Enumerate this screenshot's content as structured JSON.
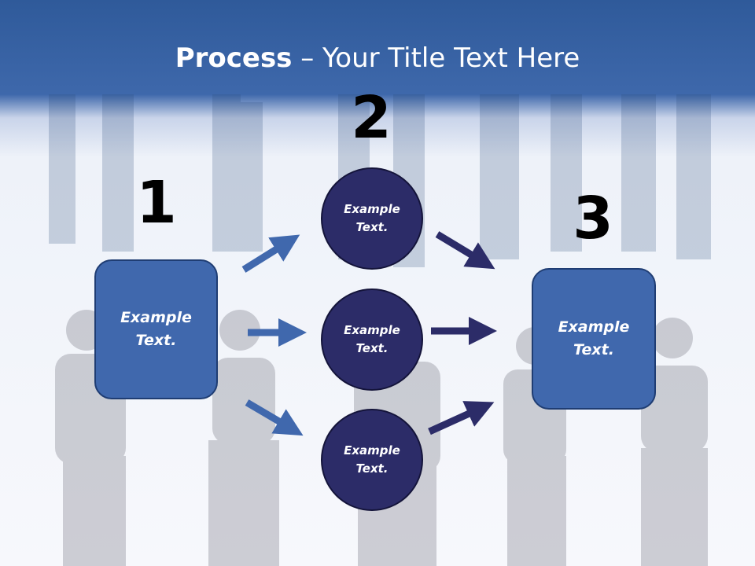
{
  "slide": {
    "title_bold": "Process",
    "title_rest": " – Your Title Text Here"
  },
  "steps": {
    "one": "1",
    "two": "2",
    "three": "3"
  },
  "nodes": {
    "left_box": {
      "line1": "Example",
      "line2": "Text."
    },
    "circle_top": {
      "line1": "Example",
      "line2": "Text."
    },
    "circle_middle": {
      "line1": "Example",
      "line2": "Text."
    },
    "circle_bottom": {
      "line1": "Example",
      "line2": "Text."
    },
    "right_box": {
      "line1": "Example",
      "line2": "Text."
    }
  },
  "colors": {
    "header_blue": "#3e68ab",
    "box_fill": "#4068ad",
    "circle_fill": "#2c2c68",
    "arrow_blue": "#4068ad",
    "arrow_navy": "#2c2c68"
  }
}
